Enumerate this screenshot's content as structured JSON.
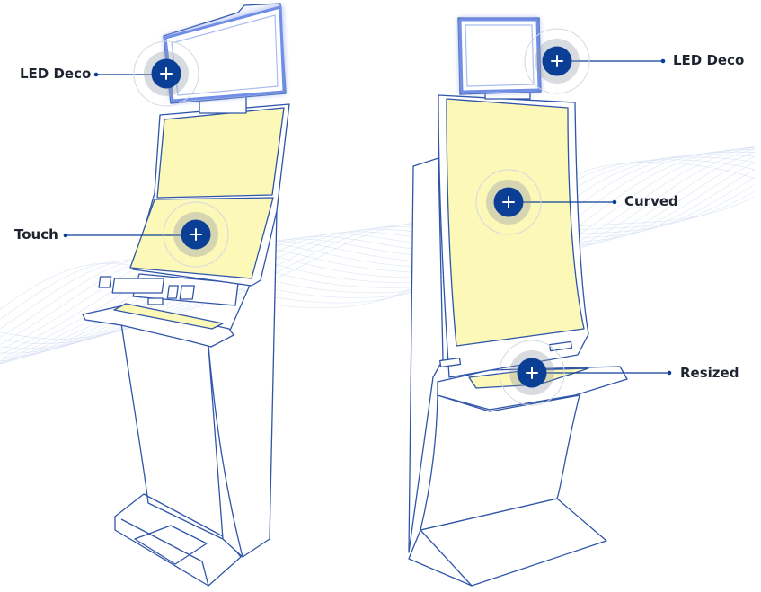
{
  "colors": {
    "accent": "#0b3f96",
    "outline": "#2f55a8",
    "screen_fill": "#fbf8b8",
    "led_glow": "#6f8ee6",
    "wave": "#c9d6ee",
    "label_text": "#1f2530"
  },
  "hotspots": [
    {
      "id": "led-deco-left",
      "label": "LED Deco",
      "icon": "plus-icon"
    },
    {
      "id": "touch",
      "label": "Touch",
      "icon": "plus-icon"
    },
    {
      "id": "led-deco-right",
      "label": "LED Deco",
      "icon": "plus-icon"
    },
    {
      "id": "curved",
      "label": "Curved",
      "icon": "plus-icon"
    },
    {
      "id": "resized",
      "label": "Resized",
      "icon": "plus-icon"
    }
  ]
}
